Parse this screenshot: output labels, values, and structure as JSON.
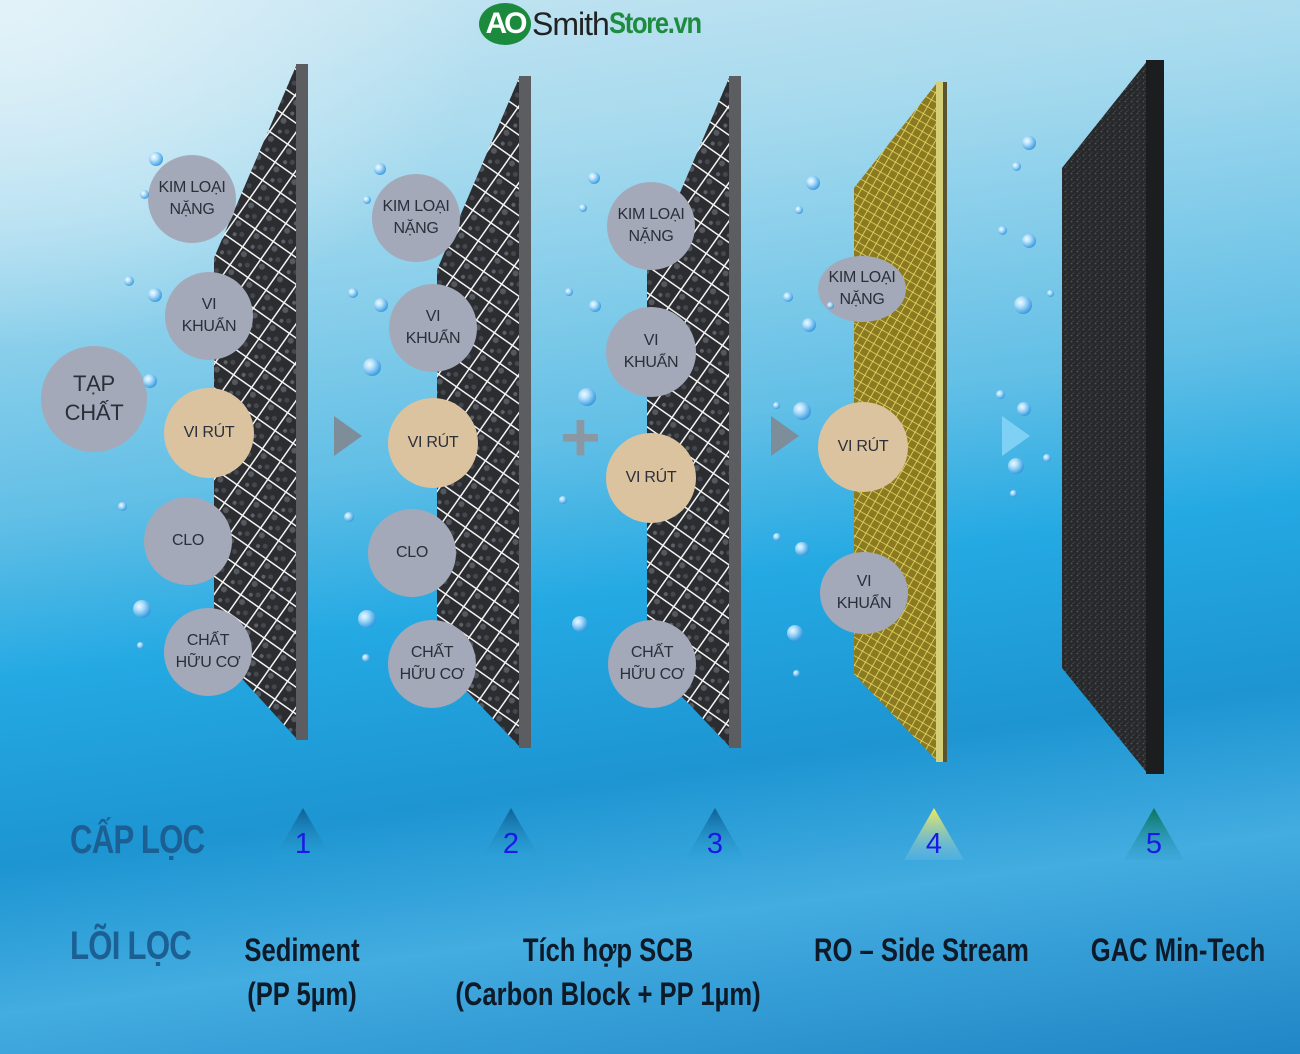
{
  "logo": {
    "badge": "AO",
    "smith": "Smith",
    "store": "Store.vn",
    "colors": {
      "green": "#1c8a3c",
      "dark": "#222222"
    }
  },
  "intro_bubble": {
    "label": "TẠP\nCHẤT"
  },
  "stages": [
    {
      "number": "1",
      "marker_color": "#0f5f96",
      "core_name": "Sediment",
      "core_detail": "(PP 5µm)",
      "media": "grid-dark",
      "bubbles": [
        {
          "label": "KIM LOẠI\nNẶNG",
          "type": "contaminant"
        },
        {
          "label": "VI\nKHUẨN",
          "type": "contaminant"
        },
        {
          "label": "VI RÚT",
          "type": "virus"
        },
        {
          "label": "CLO",
          "type": "contaminant"
        },
        {
          "label": "CHẤT\nHỮU CƠ",
          "type": "contaminant"
        }
      ]
    },
    {
      "number": "2",
      "marker_color": "#1570b0",
      "core_name": "Tích hợp SCB",
      "core_detail": "(Carbon Block + PP 1µm)",
      "media": "grid-dark",
      "bubbles": [
        {
          "label": "KIM LOẠI\nNẶNG",
          "type": "contaminant"
        },
        {
          "label": "VI\nKHUẨN",
          "type": "contaminant"
        },
        {
          "label": "VI RÚT",
          "type": "virus"
        },
        {
          "label": "CLO",
          "type": "contaminant"
        },
        {
          "label": "CHẤT\nHỮU CƠ",
          "type": "contaminant"
        }
      ]
    },
    {
      "number": "3",
      "marker_color": "#0f5f96",
      "media": "grid-dark",
      "bubbles": [
        {
          "label": "KIM LOẠI\nNẶNG",
          "type": "contaminant"
        },
        {
          "label": "VI\nKHUẨN",
          "type": "contaminant"
        },
        {
          "label": "VI RÚT",
          "type": "virus"
        },
        {
          "label": "CHẤT\nHỮU CƠ",
          "type": "contaminant"
        }
      ]
    },
    {
      "number": "4",
      "marker_color": "#e8e060",
      "core_name": "RO – Side Stream",
      "media": "mesh-gold",
      "bubbles": [
        {
          "label": "KIM LOẠI\nNẶNG",
          "type": "contaminant"
        },
        {
          "label": "VI RÚT",
          "type": "virus"
        },
        {
          "label": "VI\nKHUẨN",
          "type": "contaminant"
        }
      ]
    },
    {
      "number": "5",
      "marker_color": "#0d7a55",
      "core_name": "GAC Min-Tech",
      "media": "carbon-black",
      "bubbles": []
    }
  ],
  "connectors": [
    "arrow",
    "plus",
    "arrow",
    "arrow-light"
  ],
  "labels": {
    "cap_loc": "CẤP LỌC",
    "loi_loc": "LÕI LỌC"
  },
  "colors": {
    "contaminant": "#a3a9b9",
    "virus": "#dcc3a0",
    "label_blue": "#1c5f93",
    "number_blue": "#1a1ae6"
  }
}
